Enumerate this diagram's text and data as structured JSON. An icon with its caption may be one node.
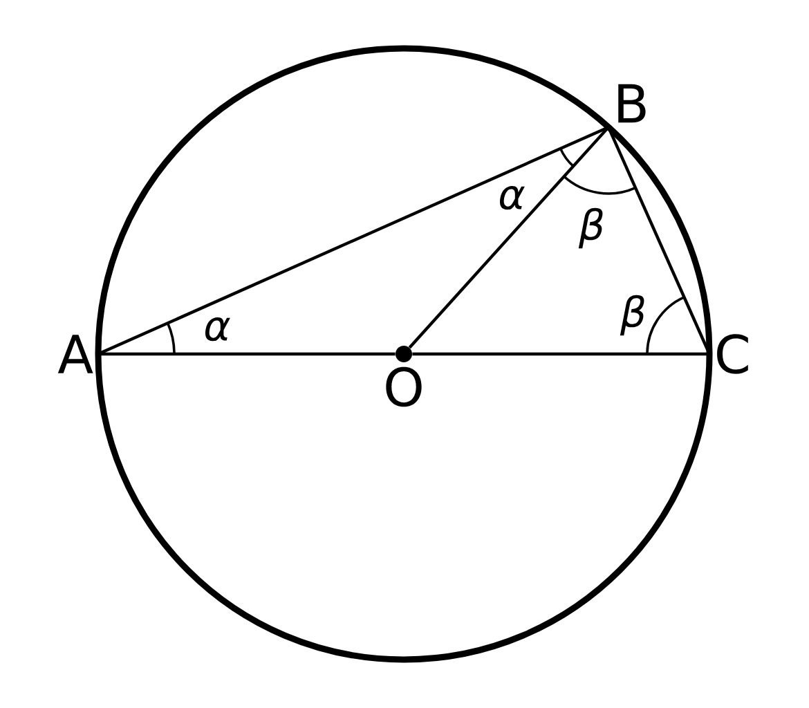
{
  "diagram": {
    "nodes": [
      {
        "text": [
          "A"
        ]
      },
      {
        "text": [
          "B"
        ]
      },
      {
        "text": [
          "C"
        ]
      },
      {
        "text": [
          "O"
        ]
      }
    ],
    "edges": [
      {
        "from": 0,
        "to": 1,
        "arrow": "none"
      },
      {
        "from": 1,
        "to": 2,
        "arrow": "none"
      },
      {
        "from": 0,
        "to": 3,
        "arrow": "none"
      },
      {
        "from": 3,
        "to": 2,
        "arrow": "none"
      },
      {
        "from": 3,
        "to": 1,
        "arrow": "none"
      }
    ],
    "labels": [
      "α",
      "α",
      "β",
      "β"
    ]
  }
}
